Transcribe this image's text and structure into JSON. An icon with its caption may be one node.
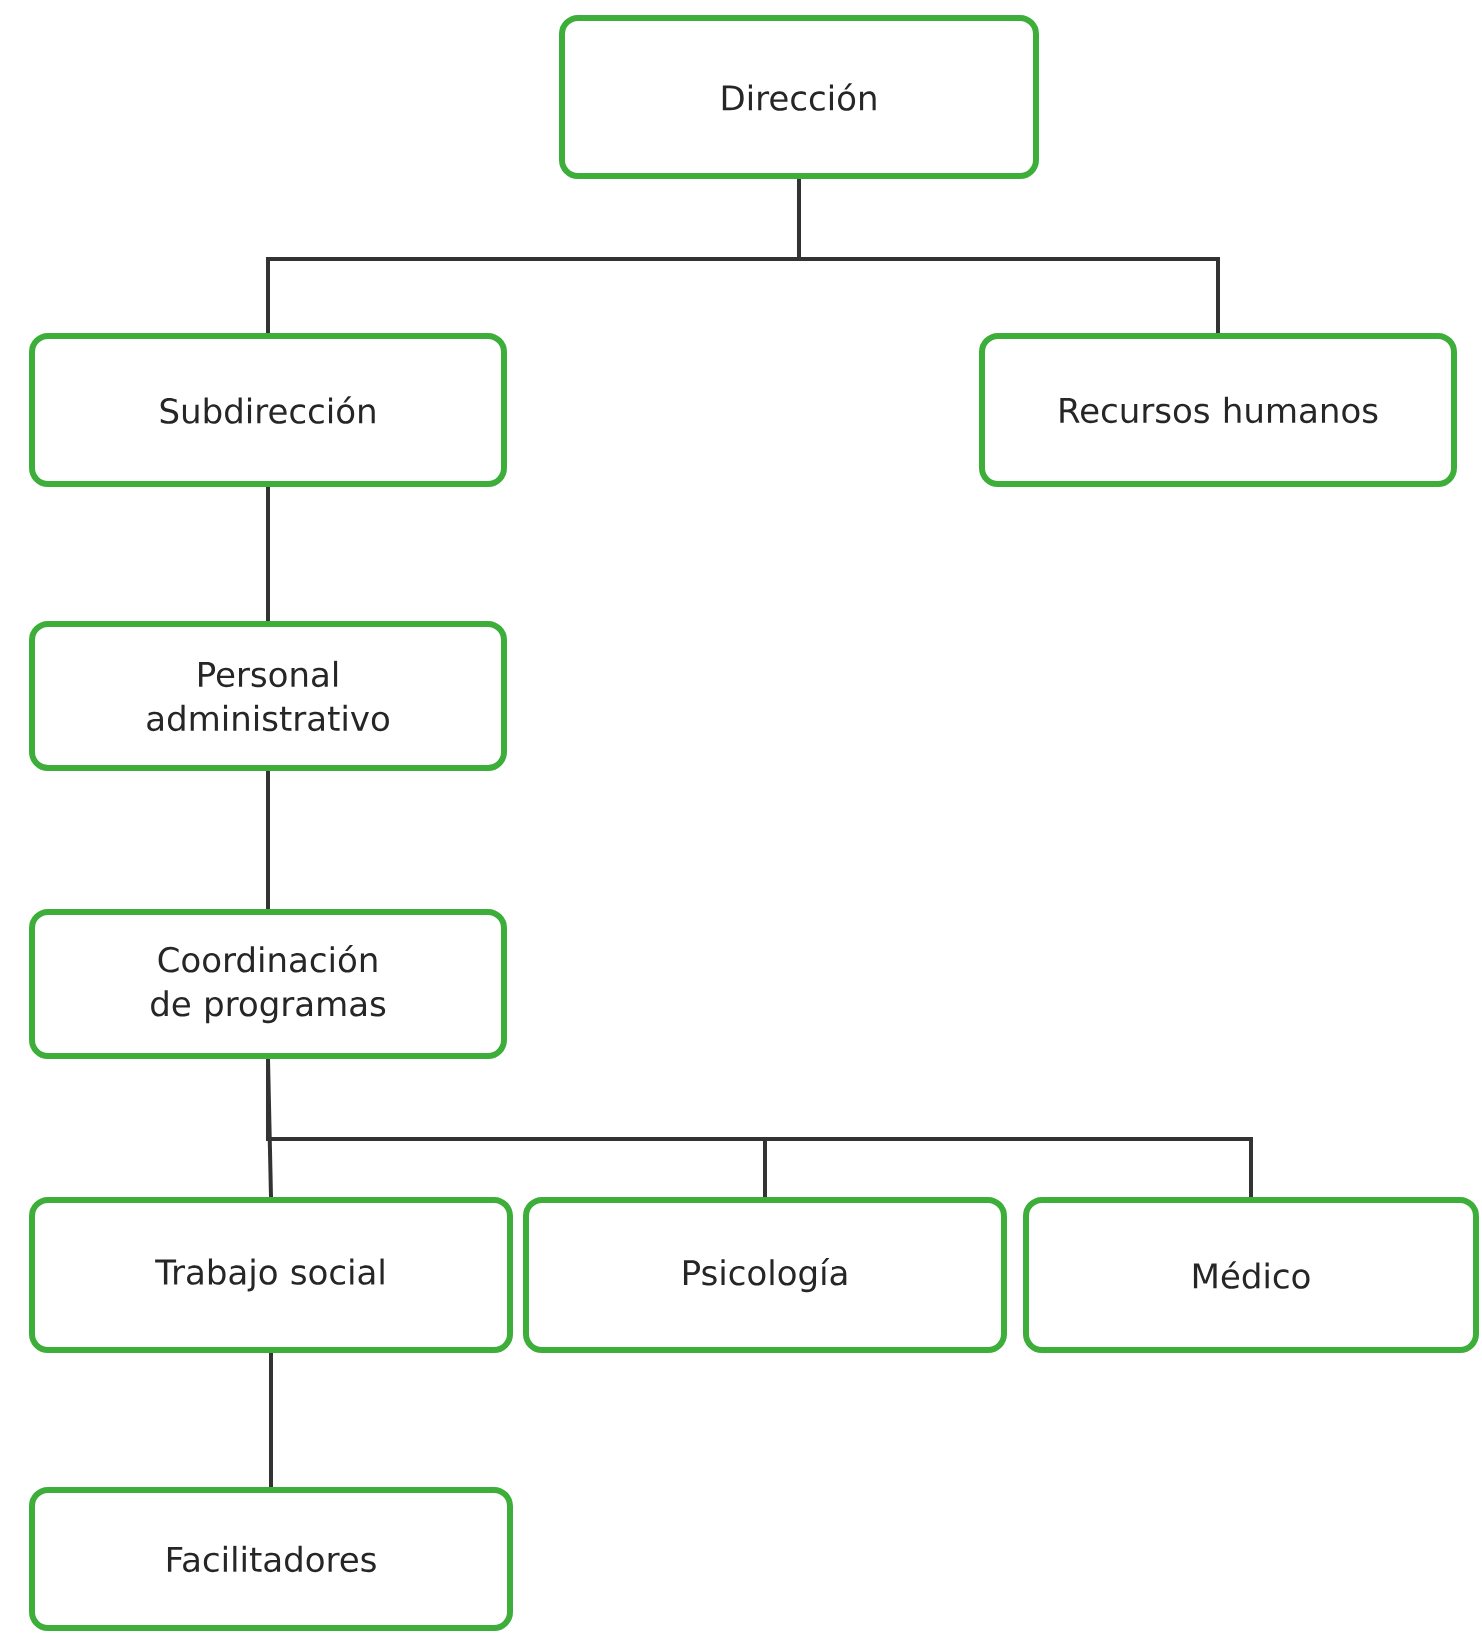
{
  "diagram": {
    "nodes": [
      {
        "text": [
          "Dirección"
        ]
      },
      {
        "text": [
          "Subdirección"
        ]
      },
      {
        "text": [
          "Recursos humanos"
        ]
      },
      {
        "text": [
          "Personal administrativo"
        ]
      },
      {
        "text": [
          "Coordinación de programas"
        ]
      },
      {
        "text": [
          "Trabajo social"
        ]
      },
      {
        "text": [
          "Psicología"
        ]
      },
      {
        "text": [
          "Médico"
        ]
      },
      {
        "text": [
          "Facilitadores"
        ]
      }
    ],
    "edges": [
      {
        "from": 0,
        "to": 1,
        "arrow": "none"
      },
      {
        "from": 0,
        "to": 2,
        "arrow": "none"
      },
      {
        "from": 1,
        "to": 3,
        "arrow": "none"
      },
      {
        "from": 3,
        "to": 4,
        "arrow": "none"
      },
      {
        "from": 4,
        "to": 5,
        "arrow": "none"
      },
      {
        "from": 4,
        "to": 6,
        "arrow": "none"
      },
      {
        "from": 4,
        "to": 7,
        "arrow": "none"
      },
      {
        "from": 5,
        "to": 8,
        "arrow": "none"
      }
    ]
  }
}
